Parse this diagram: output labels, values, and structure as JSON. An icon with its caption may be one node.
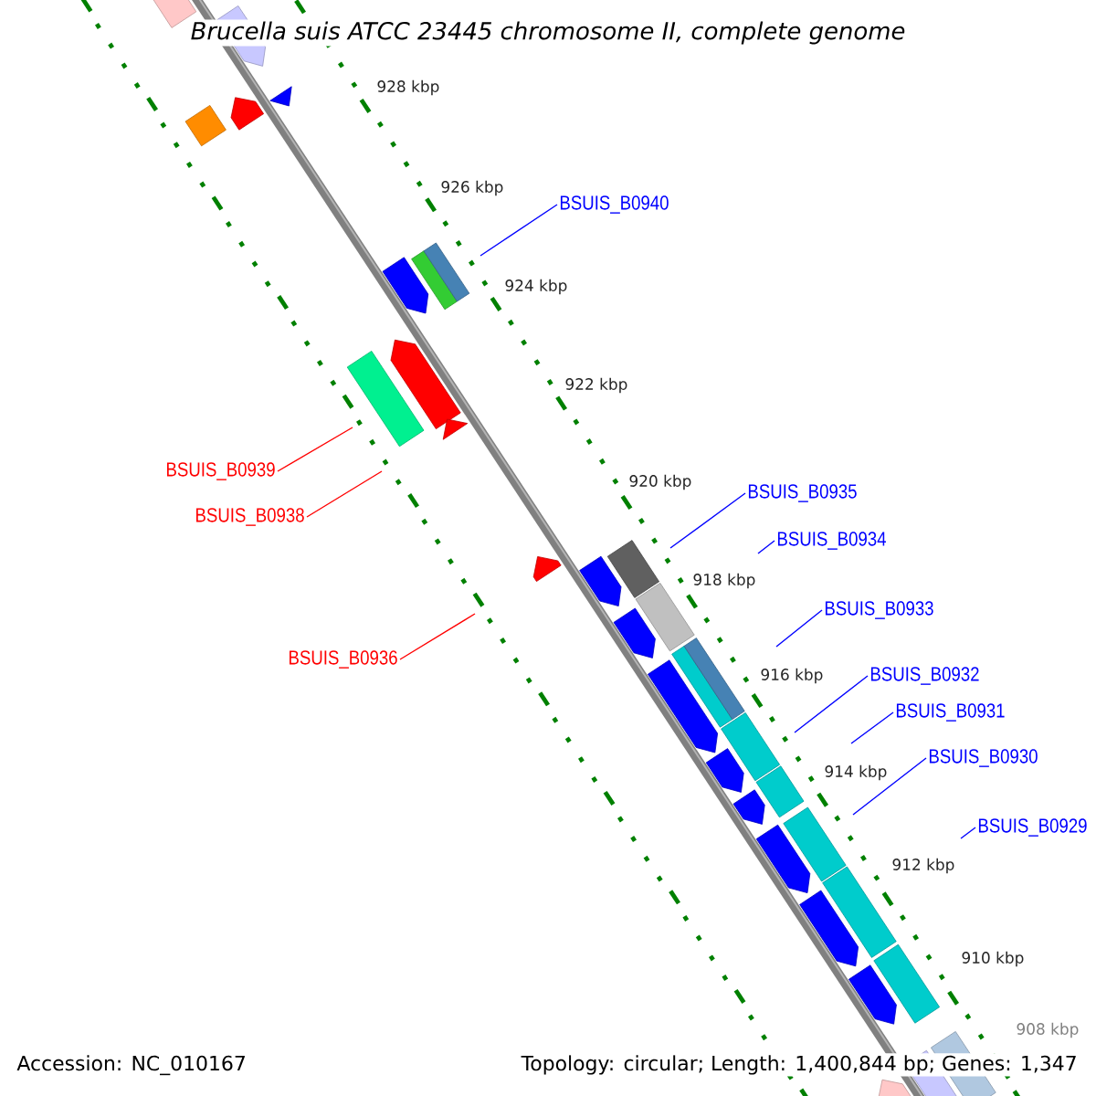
{
  "diagram": {
    "title": "Brucella suis ATCC 23445 chromosome II, complete genome",
    "nodes": [
      {
        "text": [
          "BSUIS_B0940"
        ]
      },
      {
        "text": [
          "BSUIS_B0939"
        ]
      },
      {
        "text": [
          "BSUIS_B0938"
        ]
      },
      {
        "text": [
          "BSUIS_B0935"
        ]
      },
      {
        "text": [
          "BSUIS_B0934"
        ]
      },
      {
        "text": [
          "BSUIS_B0936"
        ]
      },
      {
        "text": [
          "BSUIS_B0933"
        ]
      },
      {
        "text": [
          "BSUIS_B0932"
        ]
      },
      {
        "text": [
          "BSUIS_B0931"
        ]
      },
      {
        "text": [
          "BSUIS_B0930"
        ]
      },
      {
        "text": [
          "BSUIS_B0929"
        ]
      }
    ],
    "edges": [
      {
        "from": 0,
        "to": null,
        "arrow": "none"
      },
      {
        "from": 1,
        "to": null,
        "arrow": "none",
        "color": "#ff0000"
      },
      {
        "from": 2,
        "to": null,
        "arrow": "none",
        "color": "#ff0000"
      },
      {
        "from": 3,
        "to": null,
        "arrow": "none"
      },
      {
        "from": 4,
        "to": null,
        "arrow": "none"
      },
      {
        "from": 5,
        "to": null,
        "arrow": "none",
        "color": "#ff0000"
      },
      {
        "from": 6,
        "to": null,
        "arrow": "none"
      },
      {
        "from": 7,
        "to": null,
        "arrow": "none"
      },
      {
        "from": 8,
        "to": null,
        "arrow": "none"
      },
      {
        "from": 9,
        "to": null,
        "arrow": "none"
      },
      {
        "from": 10,
        "to": null,
        "arrow": "none"
      }
    ],
    "labels": [
      "928 kbp",
      "926 kbp",
      "924 kbp",
      "922 kbp",
      "920 kbp",
      "918 kbp",
      "916 kbp",
      "914 kbp",
      "912 kbp",
      "910 kbp",
      "908 kbp",
      "Accession: NC_010167",
      "Topology: circular; Length: 1,400,844 bp; Genes: 1,347"
    ]
  }
}
